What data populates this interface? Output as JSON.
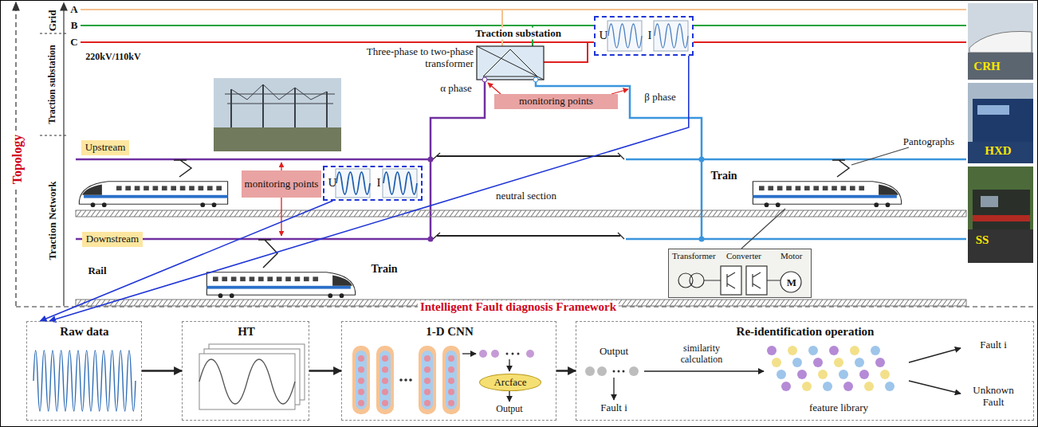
{
  "diagram": {
    "nodes": [
      {
        "text": [
          "Traction substation",
          "Three-phase to two-phase transformer"
        ]
      },
      {
        "text": [
          "U",
          "I"
        ]
      },
      {
        "text": [
          "monitoring points"
        ]
      },
      {
        "text": [
          "Upstream"
        ]
      },
      {
        "text": [
          "monitoring points"
        ]
      },
      {
        "text": [
          "U",
          "I"
        ]
      },
      {
        "text": [
          "Downstream"
        ]
      },
      {
        "text": [
          "Transformer",
          "Converter",
          "Motor",
          "M"
        ]
      },
      {
        "text": [
          "Raw data"
        ]
      },
      {
        "text": [
          "HT"
        ]
      },
      {
        "text": [
          "1-D CNN"
        ]
      },
      {
        "text": [
          "Arcface"
        ],
        "in": 10
      },
      {
        "text": [
          "Re-identification operation"
        ]
      }
    ],
    "edges": [
      {
        "from": 5,
        "to": 8,
        "arrow": "to"
      },
      {
        "from": 1,
        "to": 8,
        "arrow": "to"
      },
      {
        "from": 8,
        "to": 9,
        "arrow": "to"
      },
      {
        "from": 9,
        "to": 10,
        "arrow": "to"
      },
      {
        "from": 10,
        "to": 12,
        "arrow": "to"
      }
    ],
    "labels": [
      "Topology",
      "Grid",
      "Traction substation",
      "Traction Network",
      "A",
      "B",
      "C",
      "220kV/110kV",
      "α phase",
      "β phase",
      "neutral section",
      "Train",
      "Train",
      "Pantographs",
      "Rail",
      "CRH",
      "HXD",
      "SS",
      "Intelligent Fault diagnosis Framework",
      "Output",
      "Output",
      "Fault i",
      "similarity calculation",
      "feature library",
      "Fault i",
      "Unknown Fault"
    ]
  }
}
